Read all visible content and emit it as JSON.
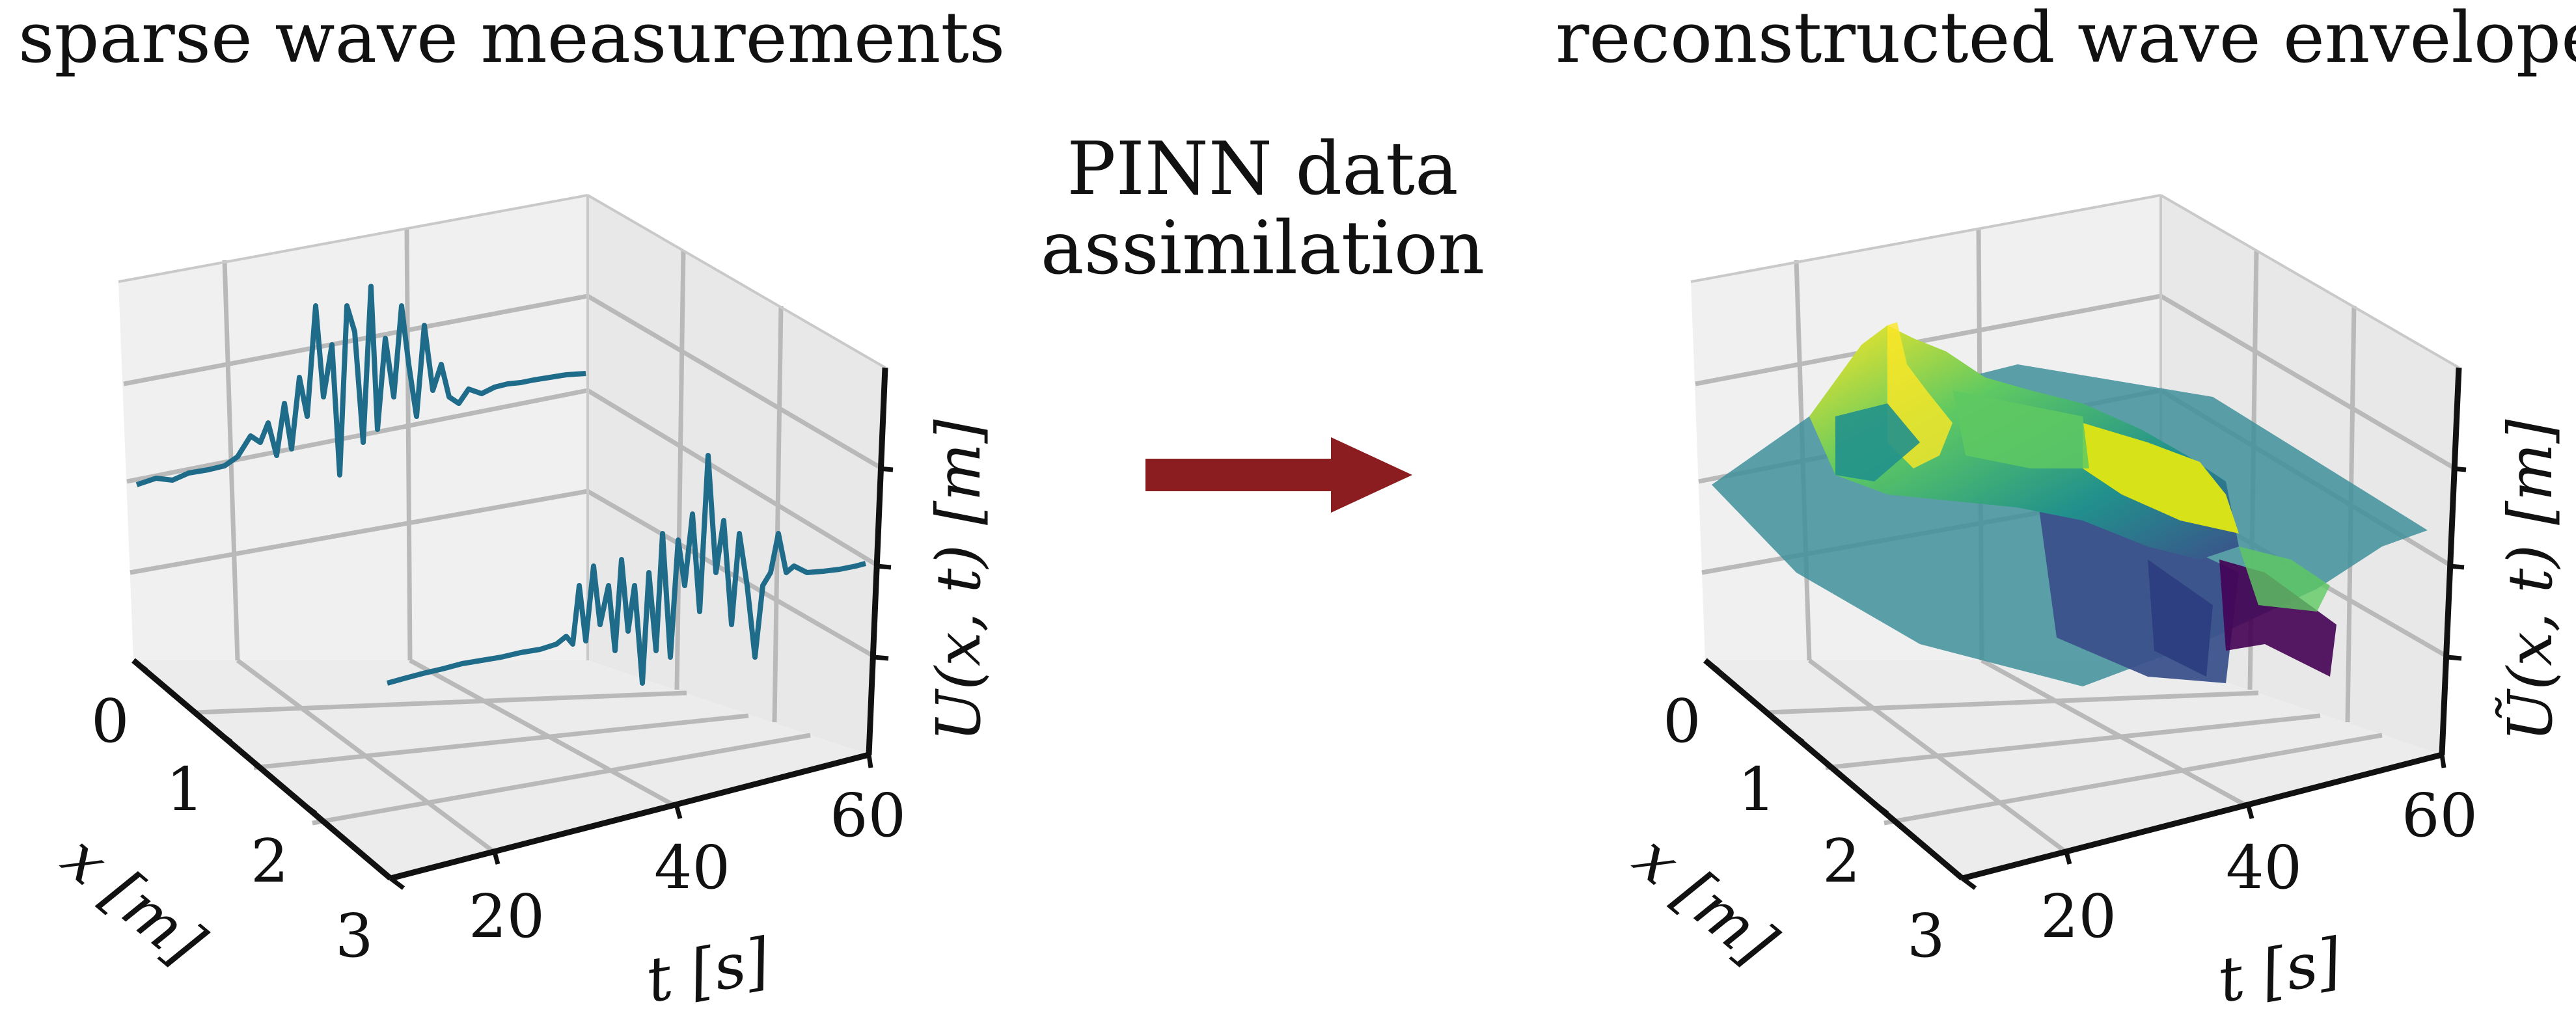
{
  "left_panel": {
    "title": "sparse wave measurements",
    "x_label": "x [m]",
    "t_label": "t [s]",
    "u_label": "U(x, t) [m]",
    "x_ticks": [
      "0",
      "1",
      "2",
      "3"
    ],
    "t_ticks": [
      "20",
      "40",
      "60"
    ]
  },
  "center": {
    "line1": "PINN data",
    "line2": "assimilation",
    "arrow_color": "#8b1c1f"
  },
  "right_panel": {
    "title": "reconstructed wave envelope",
    "x_label": "x [m]",
    "t_label": "t [s]",
    "u_label": "Ũ(x, t) [m]",
    "x_ticks": [
      "0",
      "1",
      "2",
      "3"
    ],
    "t_ticks": [
      "20",
      "40",
      "60"
    ]
  },
  "colors": {
    "line": "#1f6b8a",
    "pane": "#f2f2f2",
    "grid": "#b8b8b8",
    "viridis": [
      "#440154",
      "#3b528b",
      "#21918c",
      "#5ec962",
      "#fde725"
    ]
  }
}
